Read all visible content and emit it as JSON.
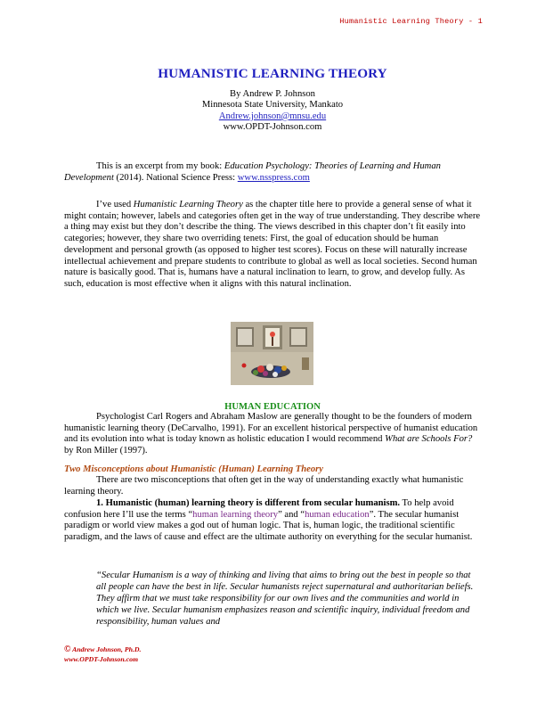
{
  "header": {
    "running_title": "Humanistic Learning Theory - 1"
  },
  "title": "HUMANISTIC LEARNING THEORY",
  "byline": {
    "author": "By Andrew P. Johnson",
    "affiliation": "Minnesota State University, Mankato",
    "email": "Andrew.johnson@mnsu.edu",
    "website": "www.OPDT-Johnson.com"
  },
  "excerpt": {
    "lead": "This is an excerpt from my book: ",
    "book_title": "Education Psychology: Theories of Learning and Human Development",
    "year_publisher": " (2014). National Science Press: ",
    "publisher_link": "www.nsspress.com"
  },
  "intro": {
    "part1": "I’ve used ",
    "term": "Humanistic Learning Theory",
    "part2": " as the chapter title here to provide a general sense of what it might contain; however, labels and categories often get in the way of true understanding. They describe where a thing may exist but they don’t describe the thing. The views described in this chapter don’t fit easily into categories; however, they share two overriding tenets: First, the goal of education should be human development and personal growth (as opposed to higher test scores). Focus on these will naturally increase intellectual achievement and prepare students to contribute to global as well as local societies. Second human nature is basically good. That is, humans have a natural inclination to learn, to grow, and develop fully. As such, education is most effective when it aligns with this natural inclination."
  },
  "photo": {
    "description_icon": "classroom-photo"
  },
  "section": {
    "title": "HUMAN EDUCATION",
    "para1_a": "Psychologist Carl Rogers and Abraham Maslow are generally thought to be the founders of modern humanistic learning theory (DeCarvalho, 1991). For an excellent historical perspective of humanist education and its evolution into what is today known as holistic education I would recommend ",
    "para1_book": "What are Schools For?",
    "para1_b": " by Ron Miller (1997)."
  },
  "misconceptions": {
    "heading": "Two Misconceptions about Humanistic (Human) Learning Theory",
    "intro": "There are two misconceptions that often get in the way of understanding exactly what humanistic learning theory.",
    "point1_bold": "1. Humanistic (human) learning theory is different from secular humanism.",
    "point1_a": " To help avoid confusion here I’ll use the terms “",
    "term1": "human learning theory",
    "point1_b": "” and “",
    "term2": "human education",
    "point1_c": "”. The secular humanist paradigm or world view makes a god out of human logic. That is, human logic, the traditional scientific paradigm, and the laws of cause and effect are the ultimate authority on everything for the secular humanist."
  },
  "quote": "“Secular Humanism is a way of thinking and living that aims to bring out the best in people so that all people can have the best in life. Secular humanists reject supernatural and authoritarian beliefs. They affirm that we must take responsibility for our own lives and the communities and world in which we live. Secular humanism emphasizes reason and scientific inquiry, individual freedom and responsibility, human values and",
  "footer": {
    "copyright_symbol": "©",
    "author": " Andrew Johnson, Ph.D.",
    "website": "www.OPDT-Johnson.com"
  },
  "colors": {
    "title": "#1f1fbf",
    "section_title": "#1a8f1a",
    "subhead": "#b04a12",
    "header_footer": "#c00000",
    "highlight_terms": "#7a2a8a"
  }
}
